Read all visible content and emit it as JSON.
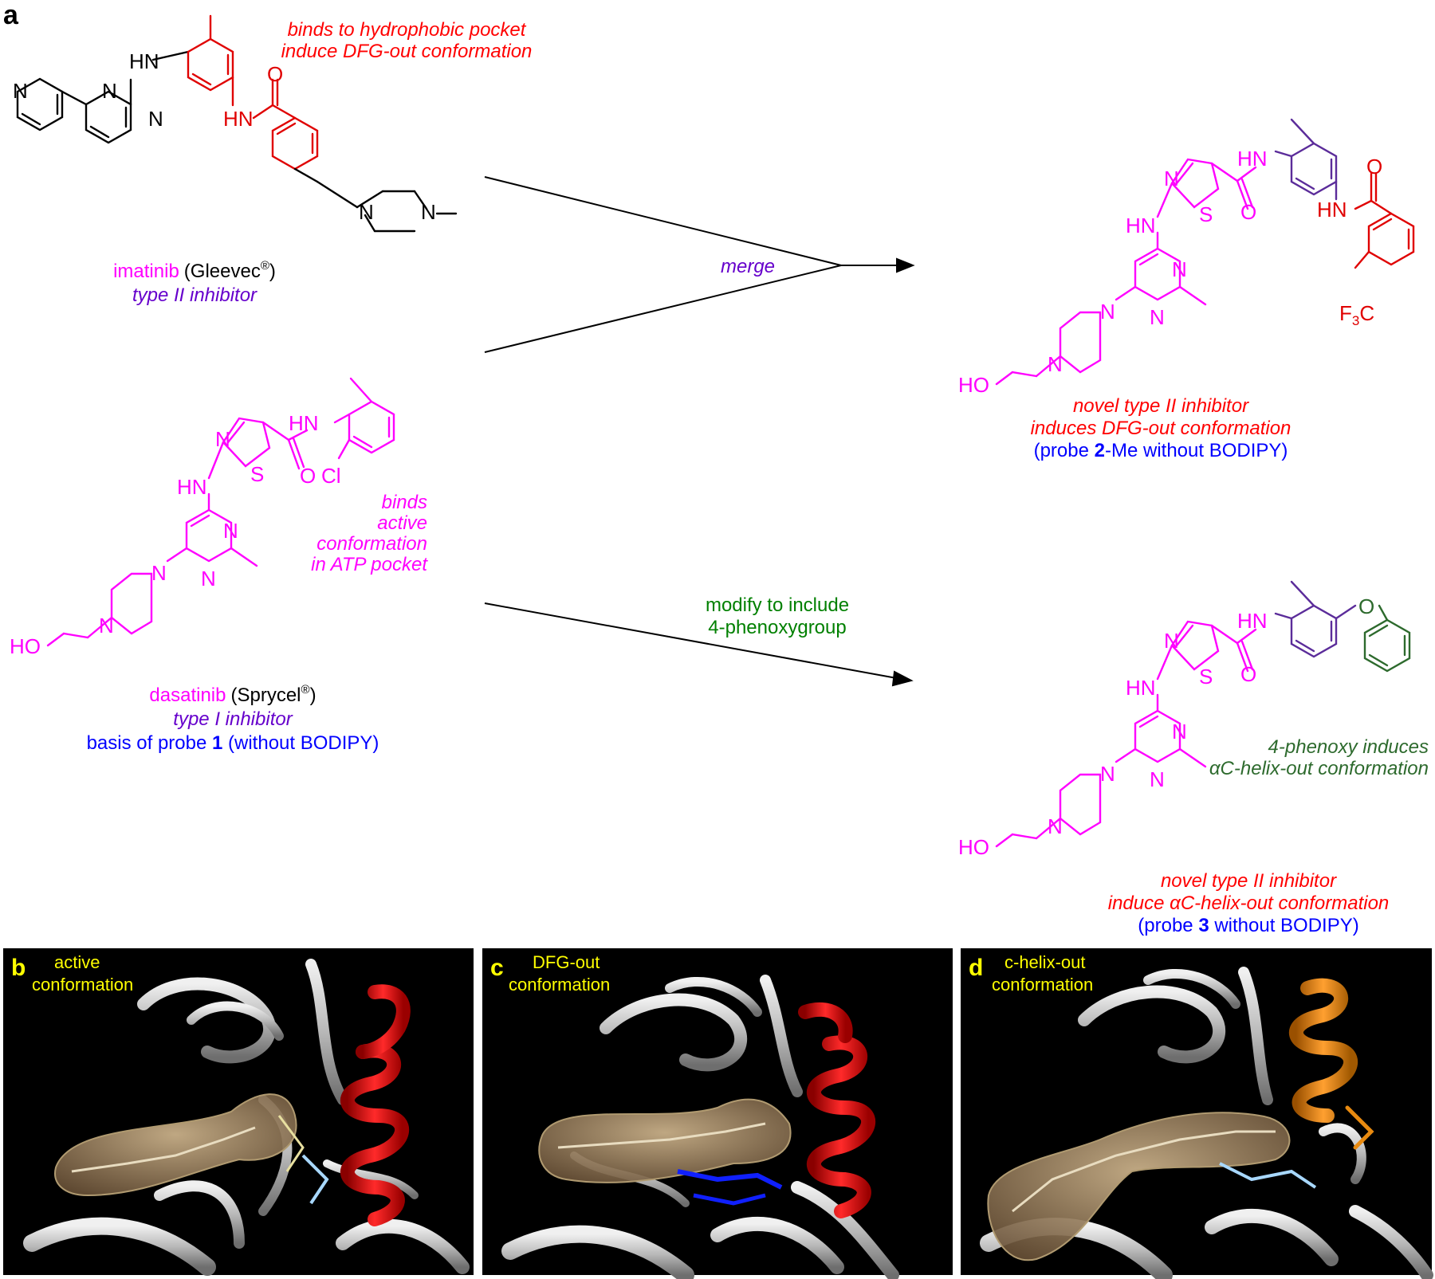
{
  "panel_a": {
    "letter": "a",
    "imatinib": {
      "name": "imatinib",
      "brand": "(Gleevec",
      "reg": "®",
      "close": ")",
      "type": "type II inhibitor",
      "note1": "binds to hydrophobic pocket",
      "note2": "induce DFG-out conformation",
      "atoms": {
        "hn": "HN",
        "n1": "N",
        "n2": "N",
        "n3": "N",
        "hn_amide": "HN",
        "o": "O",
        "pip_n1": "N",
        "pip_n2": "N"
      }
    },
    "dasatinib": {
      "name": "dasatinib",
      "brand": "(Sprycel",
      "reg": "®",
      "close": ")",
      "type": "type I inhibitor",
      "basis_pre": "basis of probe ",
      "basis_num": "1",
      "basis_post": " (without BODIPY)",
      "note1": "binds",
      "note2": "active",
      "note3": "conformation",
      "note4": "in ATP pocket",
      "atoms": {
        "n": "N",
        "s": "S",
        "hn": "HN",
        "o": "O",
        "cl": "Cl",
        "nh": "HN",
        "pyr_n1": "N",
        "pyr_n2": "N",
        "pip_n1": "N",
        "pip_n2": "N",
        "ho": "HO"
      }
    },
    "merge_label": "merge",
    "modify_label1": "modify to include",
    "modify_label2": "4-phenoxygroup",
    "product2": {
      "line1": "novel type II inhibitor",
      "line2": "induces DFG-out conformation",
      "probe_pre": "(probe ",
      "probe_num": "2",
      "probe_post": "-Me without BODIPY)",
      "atoms": {
        "n": "N",
        "s": "S",
        "hn": "HN",
        "o": "O",
        "hn2": "HN",
        "o2": "O",
        "hn3": "HN",
        "pyr_n1": "N",
        "pyr_n2": "N",
        "pip_n1": "N",
        "pip_n2": "N",
        "ho": "HO",
        "cf3": "F",
        "cf3_sub": "3",
        "cf3_c": "C"
      }
    },
    "product3": {
      "note1": "4-phenoxy induces",
      "note2": "αC-helix-out conformation",
      "line1": "novel type II inhibitor",
      "line2": "induce αC-helix-out conformation",
      "probe_pre": "(probe ",
      "probe_num": "3",
      "probe_post": " without BODIPY)",
      "atoms": {
        "n": "N",
        "s": "S",
        "hn": "HN",
        "o": "O",
        "hn2": "HN",
        "o_ether": "O",
        "pyr_n1": "N",
        "pyr_n2": "N",
        "pip_n1": "N",
        "pip_n2": "N",
        "ho": "HO"
      }
    }
  },
  "panel_b": {
    "letter": "b",
    "label1": "active",
    "label2": "conformation"
  },
  "panel_c": {
    "letter": "c",
    "label1": "DFG-out",
    "label2": "conformation"
  },
  "panel_d": {
    "letter": "d",
    "label1": "c-helix-out",
    "label2": "conformation"
  },
  "colors": {
    "black": "#000000",
    "magenta": "#ff00ff",
    "red": "#ff0000",
    "purple": "#6600cc",
    "indigo": "#5b2c9a",
    "blue": "#0000ff",
    "green": "#008000",
    "darkgreen": "#2d6a2d",
    "yellow": "#ffff00",
    "ribbon": "#c8c8c8",
    "helix_red": "#e01010",
    "helix_orange": "#e88a10",
    "ligand_surface": "#9a8060"
  }
}
